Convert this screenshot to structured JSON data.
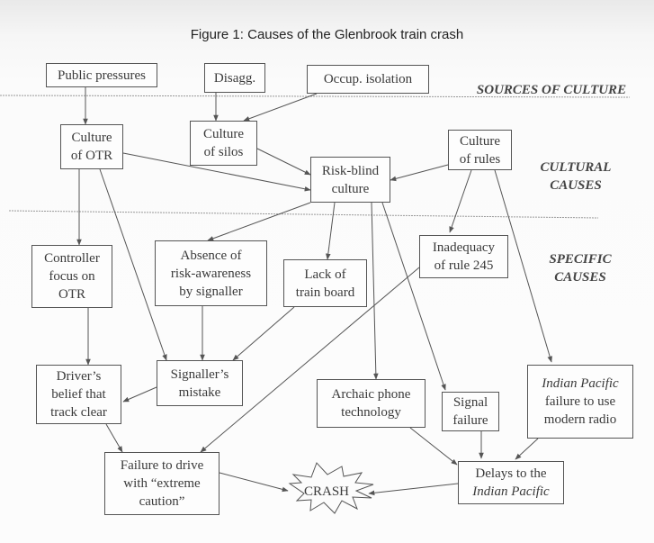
{
  "title": "Figure 1: Causes of the Glenbrook train crash",
  "sections": {
    "sources": "SOURCES OF CULTURE",
    "cultural": [
      "CULTURAL",
      "CAUSES"
    ],
    "specific": [
      "SPECIFIC",
      "CAUSES"
    ]
  },
  "nodes": {
    "public_pressures": [
      "Public pressures"
    ],
    "disagg": [
      "Disagg."
    ],
    "occup_isolation": [
      "Occup. isolation"
    ],
    "culture_otr": [
      "Culture",
      "of OTR"
    ],
    "culture_silos": [
      "Culture",
      "of silos"
    ],
    "risk_blind": [
      "Risk-blind",
      "culture"
    ],
    "culture_rules": [
      "Culture",
      "of rules"
    ],
    "controller_focus": [
      "Controller",
      "focus on",
      "OTR"
    ],
    "absence_risk": [
      "Absence of",
      "risk-awareness",
      "by signaller"
    ],
    "lack_train_board": [
      "Lack of",
      "train board"
    ],
    "inadequacy_rule": [
      "Inadequacy",
      "of rule 245"
    ],
    "drivers_belief": [
      "Driver’s",
      "belief that",
      "track clear"
    ],
    "signallers_mistake": [
      "Signaller’s",
      "mistake"
    ],
    "archaic_phone": [
      "Archaic phone",
      "technology"
    ],
    "signal_failure": [
      "Signal",
      "failure"
    ],
    "ip_radio": [
      "Indian Pacific",
      "failure to use",
      "modern radio"
    ],
    "failure_drive": [
      "Failure to drive",
      "with “extreme",
      "caution”"
    ],
    "crash": "CRASH",
    "delays": [
      "Delays to the",
      "Indian Pacific"
    ]
  },
  "edges": [
    [
      "public_pressures",
      "culture_otr"
    ],
    [
      "disagg",
      "culture_silos"
    ],
    [
      "occup_isolation",
      "culture_silos"
    ],
    [
      "culture_otr",
      "risk_blind"
    ],
    [
      "culture_silos",
      "risk_blind"
    ],
    [
      "culture_rules",
      "risk_blind"
    ],
    [
      "culture_rules",
      "inadequacy_rule"
    ],
    [
      "culture_rules",
      "ip_radio"
    ],
    [
      "culture_otr",
      "controller_focus"
    ],
    [
      "culture_otr",
      "signallers_mistake"
    ],
    [
      "risk_blind",
      "absence_risk"
    ],
    [
      "risk_blind",
      "lack_train_board"
    ],
    [
      "risk_blind",
      "archaic_phone"
    ],
    [
      "risk_blind",
      "signal_failure"
    ],
    [
      "controller_focus",
      "drivers_belief"
    ],
    [
      "absence_risk",
      "signallers_mistake"
    ],
    [
      "lack_train_board",
      "signallers_mistake"
    ],
    [
      "inadequacy_rule",
      "failure_drive"
    ],
    [
      "signallers_mistake",
      "drivers_belief"
    ],
    [
      "drivers_belief",
      "failure_drive"
    ],
    [
      "archaic_phone",
      "delays"
    ],
    [
      "signal_failure",
      "delays"
    ],
    [
      "ip_radio",
      "delays"
    ],
    [
      "failure_drive",
      "crash"
    ],
    [
      "delays",
      "crash"
    ]
  ]
}
